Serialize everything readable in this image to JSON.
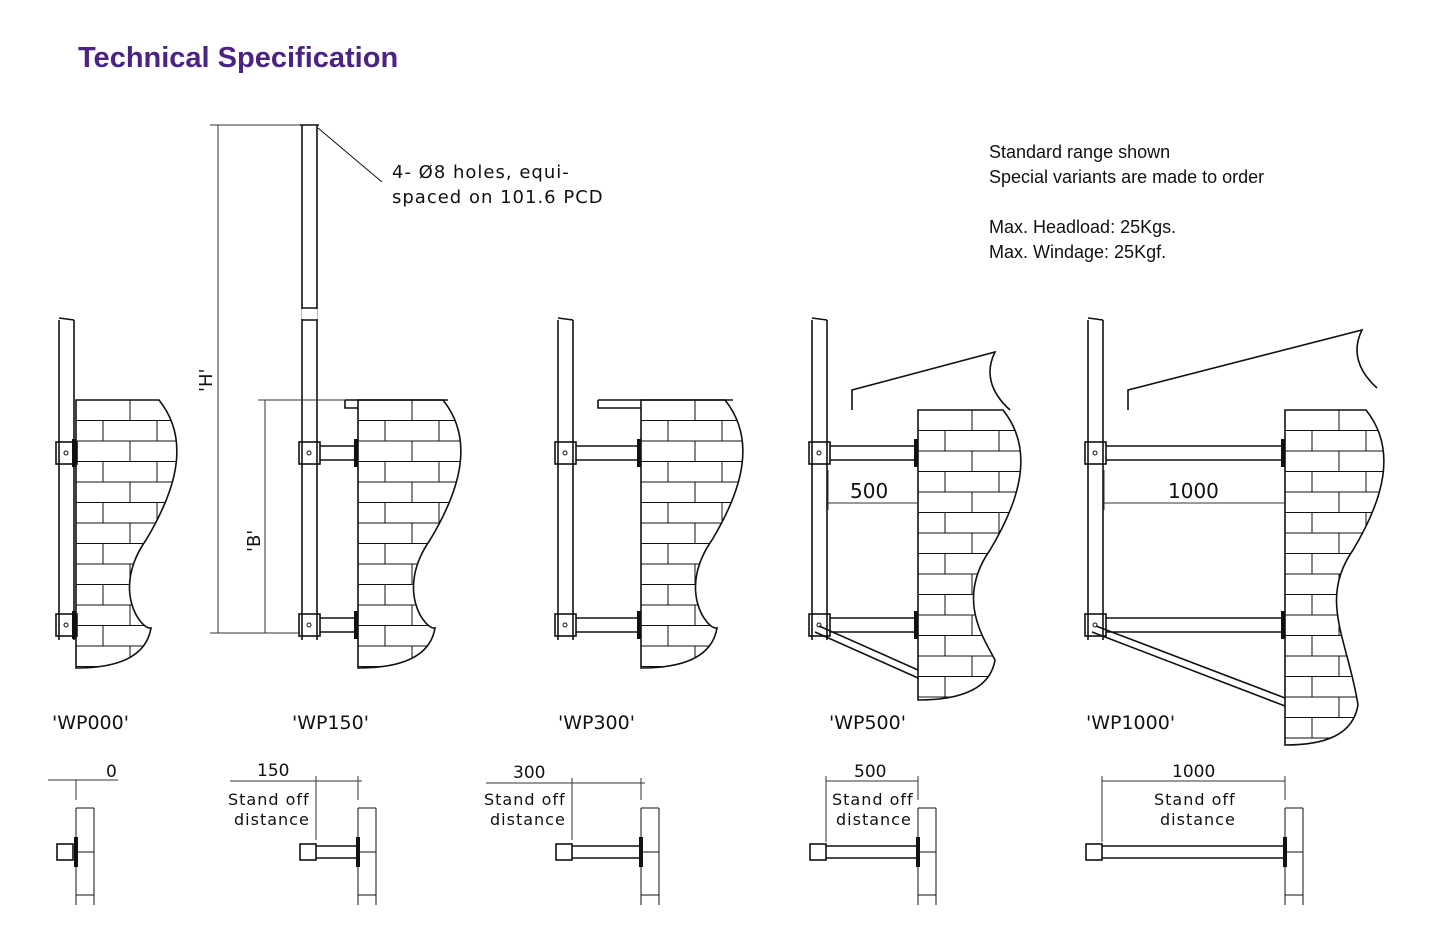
{
  "title": "Technical Specification",
  "notes": {
    "line1": "Standard range shown",
    "line2": "Special variants are made to order",
    "line3": "Max. Headload: 25Kgs.",
    "line4": "Max. Windage: 25Kgf."
  },
  "hole_note": {
    "line1": "4- Ø8 holes, equi-",
    "line2": "spaced on 101.6 PCD"
  },
  "dimensions": {
    "h_label": "'H'",
    "b_label": "'B'",
    "stand_off_line1": "Stand off",
    "stand_off_line2": "distance"
  },
  "models": [
    {
      "label": "'WP000'",
      "standoff": "0"
    },
    {
      "label": "'WP150'",
      "standoff": "150"
    },
    {
      "label": "'WP300'",
      "standoff": "300"
    },
    {
      "label": "'WP500'",
      "standoff": "500",
      "arm_dim": "500"
    },
    {
      "label": "'WP1000'",
      "standoff": "1000",
      "arm_dim": "1000"
    }
  ]
}
